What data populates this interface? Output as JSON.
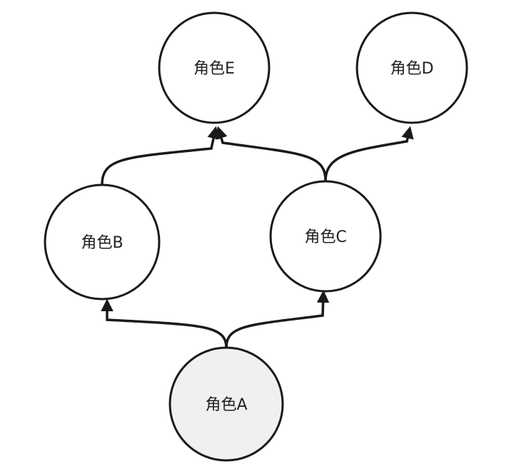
{
  "diagram": {
    "nodes": [
      {
        "id": "E",
        "label": "角色E"
      },
      {
        "id": "D",
        "label": "角色D"
      },
      {
        "id": "B",
        "label": "角色B"
      },
      {
        "id": "C",
        "label": "角色C"
      },
      {
        "id": "A",
        "label": "角色A"
      }
    ],
    "edges": [
      {
        "from": "A",
        "to": "B"
      },
      {
        "from": "A",
        "to": "C"
      },
      {
        "from": "B",
        "to": "E"
      },
      {
        "from": "C",
        "to": "E"
      },
      {
        "from": "C",
        "to": "D"
      }
    ],
    "colors": {
      "stroke": "#1a1a1a",
      "root_fill": "#f0f0f0",
      "node_fill": "#ffffff"
    }
  }
}
